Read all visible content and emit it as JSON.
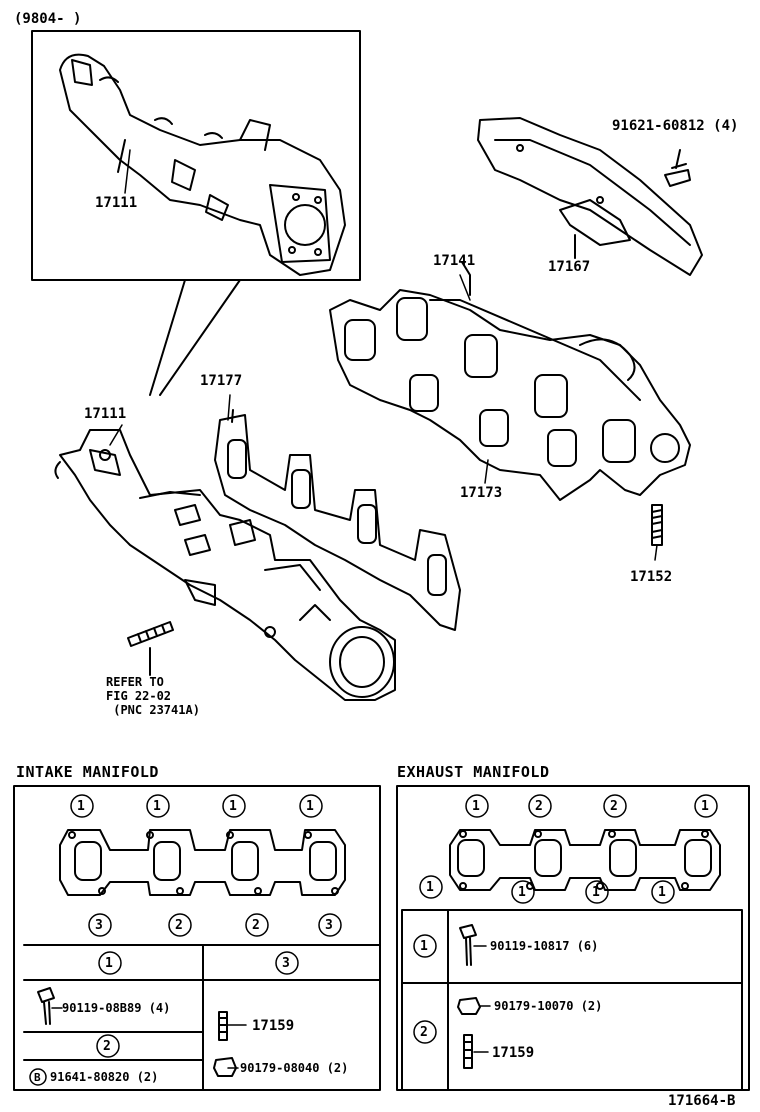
{
  "inset": {
    "date_code": "(9804-        )",
    "part": "17111"
  },
  "parts": {
    "intake_manifold": "17111",
    "gasket_intake": "17177",
    "exhaust_manifold": "17141",
    "gasket_exhaust": "17173",
    "heat_insulator": "17167",
    "bolt_insulator": "91621-60812 (4)",
    "stud": "17152"
  },
  "refer_note": "REFER TO\nFIG 22-02\n (PNC 23741A)",
  "intake_section": {
    "title": "INTAKE MANIFOLD",
    "top_marks": [
      "1",
      "1",
      "1",
      "1"
    ],
    "bottom_marks": [
      "3",
      "2",
      "2",
      "3"
    ],
    "table": {
      "col1_header": "1",
      "col2_header": "3",
      "row1_part": "90119-08B89 (4)",
      "col2_part_a": "17159",
      "col2_part_b": "90179-08040 (2)",
      "row2_header": "2",
      "row2_prefix": "B",
      "row2_part": "91641-80820 (2)"
    }
  },
  "exhaust_section": {
    "title": "EXHAUST MANIFOLD",
    "top_marks": [
      "1",
      "2",
      "2",
      "1"
    ],
    "bottom_marks": [
      "1",
      "1",
      "1",
      "1"
    ],
    "table": {
      "row1_mark": "1",
      "row1_part": "90119-10817 (6)",
      "row2_mark": "2",
      "row2_part_a": "90179-10070 (2)",
      "row2_part_b": "17159"
    }
  },
  "figure_id": "171664-B"
}
